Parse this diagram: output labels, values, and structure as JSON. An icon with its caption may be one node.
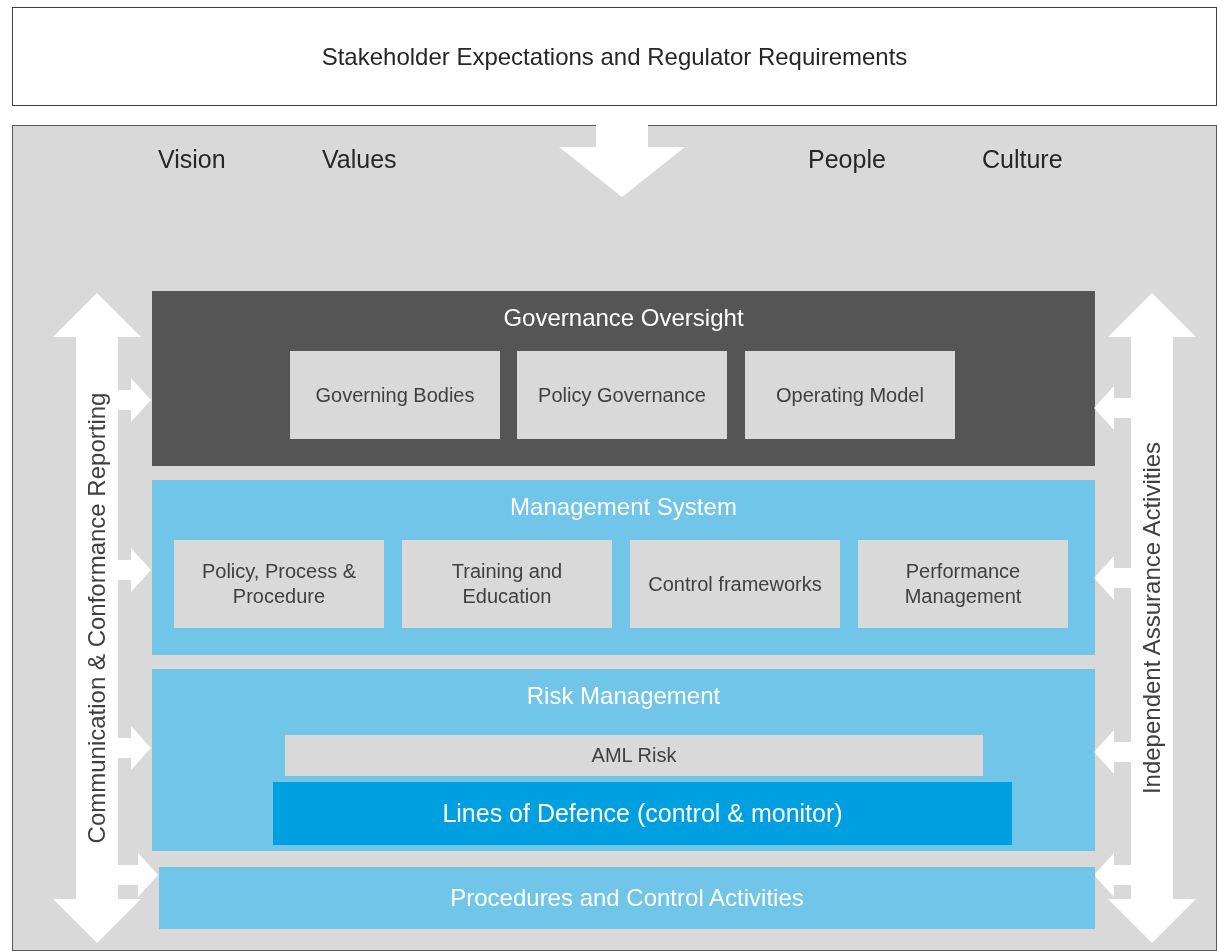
{
  "diagram": {
    "nodes": [
      {
        "text": [
          "Stakeholder Expectations and Regulator Requirements"
        ]
      },
      {
        "text": [],
        "shape": "box"
      },
      {
        "text": [
          "Communication & Conformance Reporting"
        ],
        "in": 1
      },
      {
        "text": [
          "Independent Assurance Activities"
        ],
        "in": 1
      },
      {
        "text": [
          "Governance Oversight"
        ],
        "in": 1
      },
      {
        "text": [
          "Governing Bodies"
        ],
        "in": 4
      },
      {
        "text": [
          "Policy Governance"
        ],
        "in": 4
      },
      {
        "text": [
          "Operating Model"
        ],
        "in": 4
      },
      {
        "text": [
          "Management System"
        ],
        "in": 1
      },
      {
        "text": [
          "Policy, Process & Procedure"
        ],
        "in": 8
      },
      {
        "text": [
          "Training and Education"
        ],
        "in": 8
      },
      {
        "text": [
          "Control frameworks"
        ],
        "in": 8
      },
      {
        "text": [
          "Performance Management"
        ],
        "in": 8
      },
      {
        "text": [
          "Risk Management"
        ],
        "in": 1
      },
      {
        "text": [
          "AML Risk"
        ],
        "in": 13
      },
      {
        "text": [
          "Lines of Defence (control & monitor)"
        ],
        "in": 13
      },
      {
        "text": [
          "Procedures and Control Activities"
        ],
        "in": 1
      }
    ],
    "edges": [
      {
        "from": 0,
        "to": 1,
        "arrow": "to",
        "style": "thick"
      },
      {
        "from": 2,
        "to": 4,
        "arrow": "to"
      },
      {
        "from": 2,
        "to": 8,
        "arrow": "to"
      },
      {
        "from": 2,
        "to": 13,
        "arrow": "to"
      },
      {
        "from": 2,
        "to": 16,
        "arrow": "both"
      },
      {
        "from": 3,
        "to": 4,
        "arrow": "to"
      },
      {
        "from": 3,
        "to": 8,
        "arrow": "to"
      },
      {
        "from": 3,
        "to": 13,
        "arrow": "to"
      },
      {
        "from": 3,
        "to": 16,
        "arrow": "both"
      }
    ],
    "labels": [
      "Vision",
      "Values",
      "People",
      "Culture"
    ]
  }
}
